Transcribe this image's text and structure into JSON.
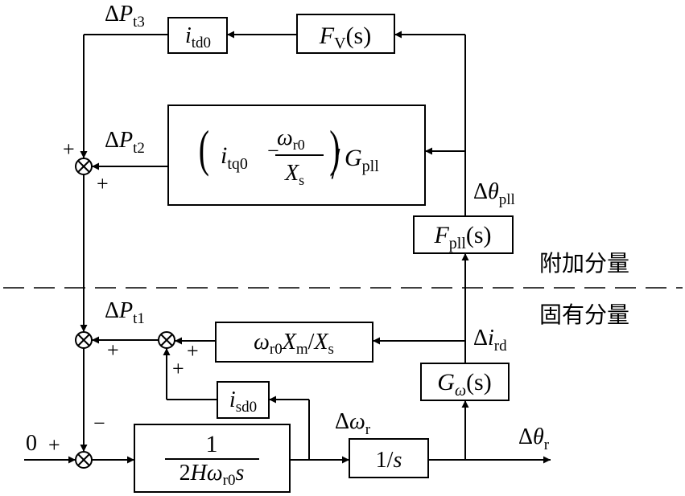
{
  "blocks": {
    "itd0": {
      "main": "i",
      "sub": "td0"
    },
    "fv": {
      "main": "F",
      "sub": "V",
      "arg": "(s)"
    },
    "feedforward": {
      "open": "(",
      "i": "i",
      "i_sub": "tq0",
      "minus": "−",
      "num": "ω",
      "num_sub": "r0",
      "den": "X",
      "den_sub": "s",
      "close": ")",
      "slash": "/",
      "g": "G",
      "g_sub": "pll"
    },
    "fpll": {
      "main": "F",
      "sub": "pll",
      "arg": "(s)"
    },
    "gain": {
      "w": "ω",
      "w_sub": "r0",
      "x": "X",
      "x_sub": "m",
      "slash": "/",
      "x2": "X",
      "x2_sub": "s"
    },
    "gomega": {
      "main": "G",
      "sub": "ω",
      "arg": "(s)"
    },
    "isd0": {
      "main": "i",
      "sub": "sd0"
    },
    "inertia": {
      "num": "1",
      "den_pre": "2",
      "den_h": "H",
      "den_w": "ω",
      "den_sub": "r0",
      "den_s": "s"
    },
    "integrator": {
      "num": "1/",
      "s": "s"
    }
  },
  "signals": {
    "pt3": {
      "delta": "Δ",
      "main": "P",
      "sub": "t3"
    },
    "pt2": {
      "delta": "Δ",
      "main": "P",
      "sub": "t2"
    },
    "pt1": {
      "delta": "Δ",
      "main": "P",
      "sub": "t1"
    },
    "theta_pll": {
      "delta": "Δ",
      "main": "θ",
      "sub": "pll"
    },
    "ird": {
      "delta": "Δ",
      "main": "i",
      "sub": "rd"
    },
    "omega_r": {
      "delta": "Δ",
      "main": "ω",
      "sub": "r"
    },
    "theta_r": {
      "delta": "Δ",
      "main": "θ",
      "sub": "r"
    },
    "zero": "0"
  },
  "signs": {
    "s1_left": "+",
    "s1_bottom": "+",
    "s3_top": "+",
    "s3_right": "+",
    "s3_bottom": "+",
    "s2_right": "+",
    "s4_top": "−",
    "s4_left": "+"
  },
  "regions": {
    "additional": "附加分量",
    "inherent": "固有分量"
  }
}
